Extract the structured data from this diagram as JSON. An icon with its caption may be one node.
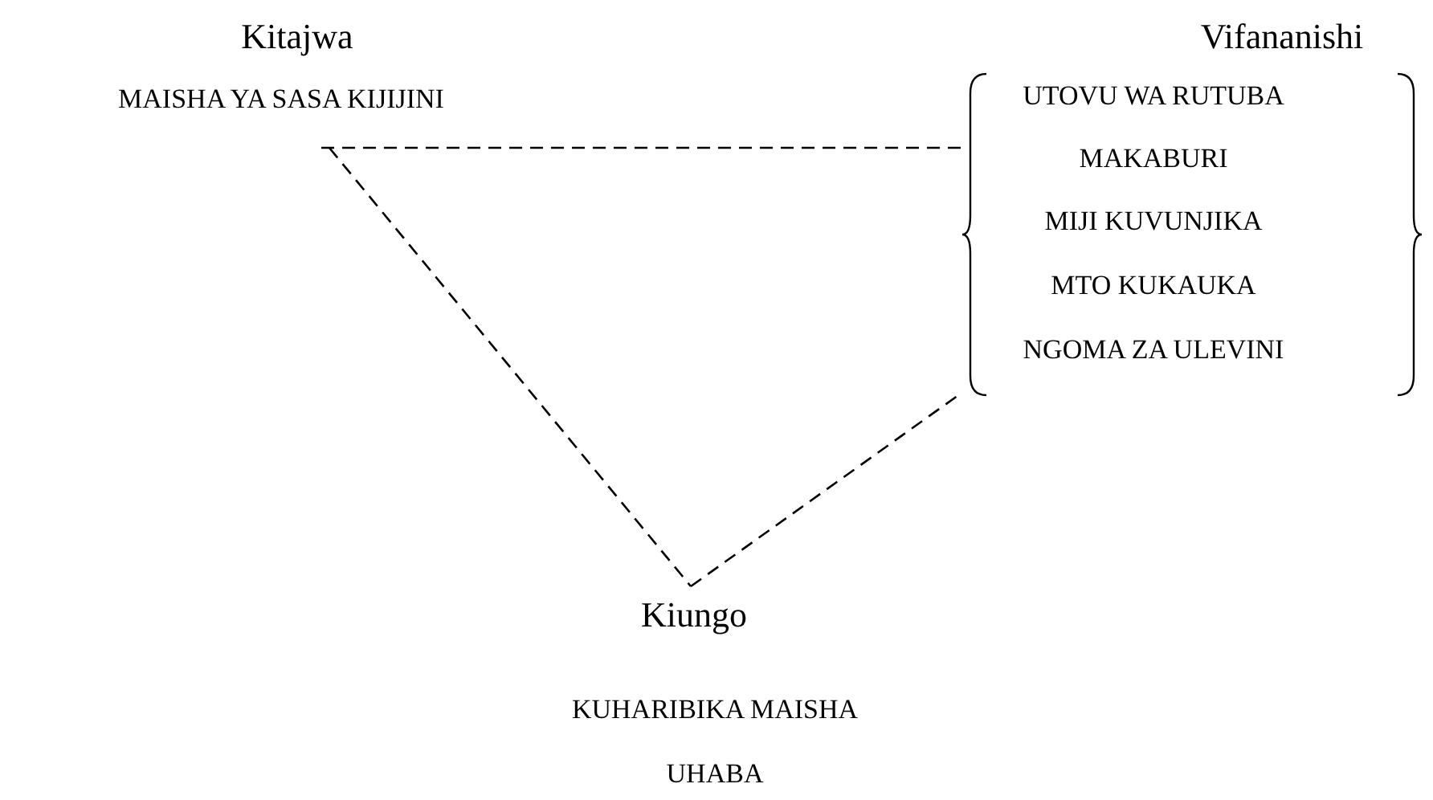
{
  "diagram": {
    "nodes": [
      {
        "text": [
          "Kitajwa",
          "MAISHA YA SASA KIJIJINI"
        ]
      },
      {
        "text": [
          "Vifananishi",
          "UTOVU WA RUTUBA",
          "MAKABURI",
          "MIJI KUVUNJIKA",
          "MTO KUKAUKA",
          "NGOMA ZA ULEVINI"
        ]
      },
      {
        "text": [
          "Kiungo",
          "KUHARIBIKA MAISHA",
          "UHABA"
        ]
      }
    ],
    "edges": [
      {
        "from": 0,
        "to": 1,
        "arrow": "none",
        "style": "dashed"
      },
      {
        "from": 0,
        "to": 2,
        "arrow": "none",
        "style": "dashed"
      },
      {
        "from": 2,
        "to": 1,
        "arrow": "none",
        "style": "dashed"
      }
    ]
  }
}
